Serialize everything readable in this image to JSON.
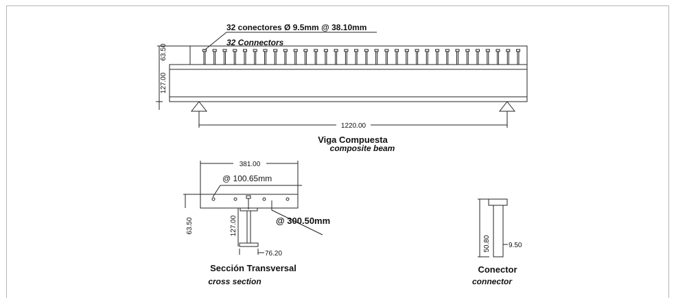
{
  "composite_beam": {
    "connector_note": "32 conectores Ø 9.5mm @ 38.10mm",
    "connector_note_en": "32 Connectors",
    "dim_height_slab": "63.50",
    "dim_height_beam": "127.00",
    "dim_span": "1220.00",
    "title": "Viga Compuesta",
    "title_en": "composite beam",
    "connector_count": 32
  },
  "cross_section": {
    "dim_width": "381.00",
    "spacing_note": "@ 100.65mm",
    "spacing_long": "@ 300.50mm",
    "dim_slab": "63.50",
    "dim_beam": "127.00",
    "dim_flange": "76.20",
    "title": "Sección Transversal",
    "title_en": "cross section"
  },
  "connector": {
    "dim_height": "50.80",
    "dim_diameter": "9.50",
    "title": "Conector",
    "title_en": "connector"
  }
}
